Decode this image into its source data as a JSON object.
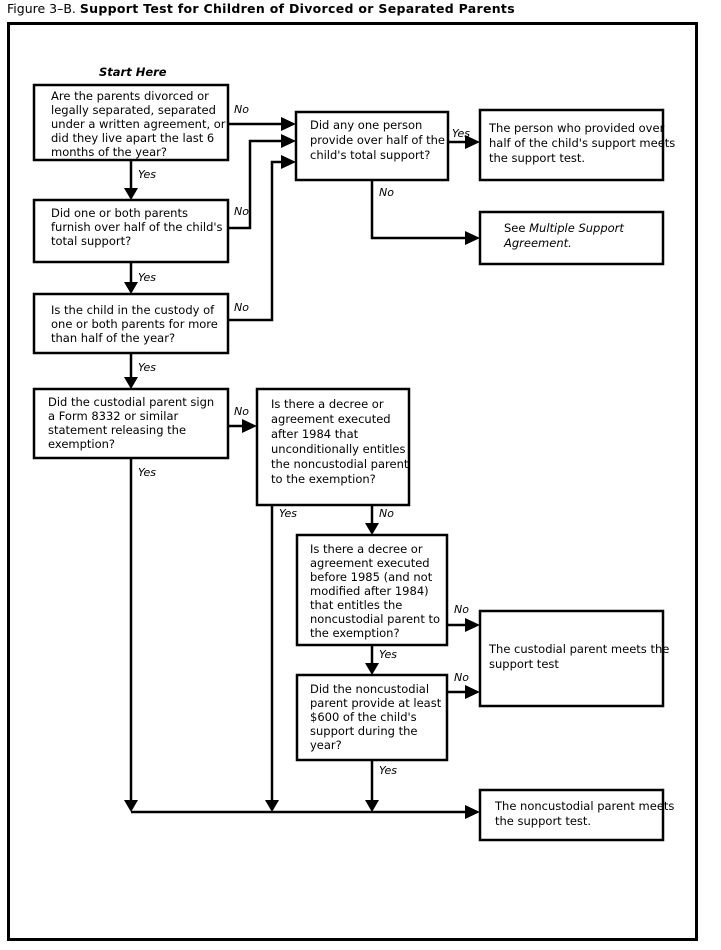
{
  "figure": {
    "number": "Figure 3–B.",
    "title": "Support Test for Children of Divorced or Separated Parents"
  },
  "annotations": {
    "start_here": "Start Here"
  },
  "nodes": [
    {
      "id": "q1",
      "type": "decision",
      "lines": [
        "Are the parents divorced or",
        "legally separated, separated",
        "under a written agreement, or",
        "did they live apart the last 6",
        "months of the year?"
      ]
    },
    {
      "id": "q2",
      "type": "decision",
      "lines": [
        "Did one or both parents",
        "furnish over half of the child's",
        "total support?"
      ]
    },
    {
      "id": "q3",
      "type": "decision",
      "lines": [
        "Is the child in the custody of",
        "one or both parents for more",
        "than half of the year?"
      ]
    },
    {
      "id": "q4",
      "type": "decision",
      "lines": [
        "Did the custodial parent sign",
        "a Form 8332 or similar",
        "statement releasing the",
        "exemption?"
      ]
    },
    {
      "id": "q5",
      "type": "decision",
      "lines": [
        "Did any one person",
        "provide over half of the",
        "child's total support?"
      ]
    },
    {
      "id": "q6",
      "type": "decision",
      "lines": [
        "Is there a decree or",
        "agreement executed",
        "after 1984 that",
        "unconditionally entitles",
        "the noncustodial parent",
        "to the exemption?"
      ]
    },
    {
      "id": "q7",
      "type": "decision",
      "lines": [
        "Is there a decree or",
        "agreement executed",
        "before 1985 (and not",
        "modified after 1984)",
        "that entitles the",
        "noncustodial parent to",
        "the exemption?"
      ]
    },
    {
      "id": "q8",
      "type": "decision",
      "lines": [
        "Did the noncustodial",
        "parent provide at least",
        "$600 of the child's",
        "support during the",
        "year?"
      ]
    },
    {
      "id": "r1",
      "type": "result",
      "lines": [
        "The person who provided over",
        "half of the child's support meets",
        "the support test."
      ]
    },
    {
      "id": "r2",
      "type": "result",
      "lines_rich": [
        [
          {
            "text": "See ",
            "italic": false
          },
          {
            "text": "Multiple Support",
            "italic": true
          }
        ],
        [
          {
            "text": "Agreement.",
            "italic": true
          }
        ]
      ]
    },
    {
      "id": "r3",
      "type": "result",
      "lines": [
        "The custodial parent meets the",
        "support test"
      ]
    },
    {
      "id": "r4",
      "type": "result",
      "lines": [
        "The noncustodial parent meets",
        "the support test."
      ]
    }
  ],
  "edge_labels": {
    "q1_no": "No",
    "q1_yes": "Yes",
    "q2_no": "No",
    "q2_yes": "Yes",
    "q3_no": "No",
    "q3_yes": "Yes",
    "q4_no": "No",
    "q4_yes": "Yes",
    "q5_yes": "Yes",
    "q5_no": "No",
    "q6_yes": "Yes",
    "q6_no": "No",
    "q7_no": "No",
    "q7_yes": "Yes",
    "q8_no": "No",
    "q8_yes": "Yes"
  },
  "colors": {
    "stroke": "#000000",
    "fill": "#ffffff",
    "text": "#000000"
  }
}
